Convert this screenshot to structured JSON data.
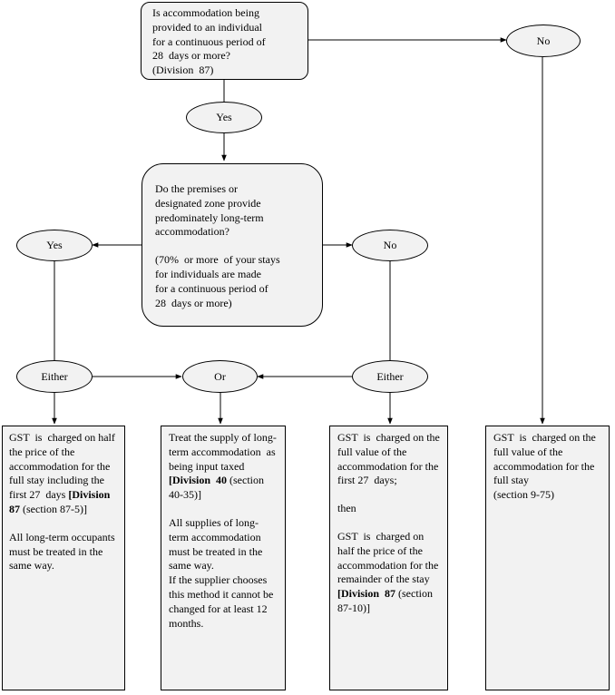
{
  "q1": {
    "lines": [
      "Is accommodation being",
      "provided to an individual",
      "for a continuous period of",
      "28  days or more?",
      "(Division  87)"
    ]
  },
  "q2": {
    "question": [
      "Do the premises or",
      "designated zone provide",
      "predominately long-term",
      "accommodation?"
    ],
    "note": [
      "(70%  or more  of your stays",
      "for individuals are made",
      "for a continuous period of",
      "28  days or more)"
    ]
  },
  "labels": {
    "yes1": "Yes",
    "no1": "No",
    "yes2": "Yes",
    "no2": "No",
    "either_left": "Either",
    "or": "Or",
    "either_right": "Either"
  },
  "outcomes": {
    "half_price": {
      "p1_pre": "GST  is  charged on half the price of the accommodation for the full stay including the first 27  days ",
      "p1_bold": "[Division 87",
      "p1_post": " (section 87-5)]",
      "p2": "All long-term occupants must be treated in the same way."
    },
    "input_taxed": {
      "p1_pre": "Treat the supply of long-term accommodation  as being input taxed ",
      "p1_bold": "[Division  40",
      "p1_post": " (section 40-35)]",
      "p2": "All supplies of long-term accommodation must be treated in the same way.",
      "p3": "If the supplier chooses this method it cannot be changed for at least 12 months."
    },
    "split": {
      "p1": "GST  is  charged on the full value of the accommodation for the first 27  days;",
      "p2": "then",
      "p3_pre": "GST  is  charged on half the price of the accommodation for the remainder of the stay ",
      "p3_bold": "[Division  87",
      "p3_post": " (section 87-10)]"
    },
    "full_value": {
      "p1": "GST  is  charged on the full value of the accommodation for the full stay",
      "p2": "(section 9-75)"
    }
  }
}
